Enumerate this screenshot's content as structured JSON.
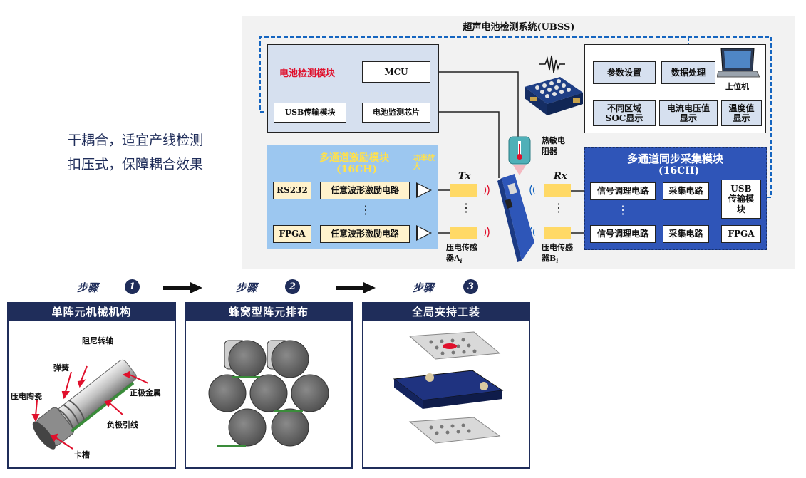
{
  "left_text": {
    "line1": "干耦合，适宜产线检测",
    "line2": "扣压式，保障耦合效果"
  },
  "system": {
    "title": "超声电池检测系统(UBSS)",
    "battery_module": {
      "title": "电池检测模块",
      "mcu": "MCU",
      "usb": "USB传输模块",
      "monitor": "电池监测芯片"
    },
    "host": {
      "param": "参数设置",
      "data": "数据处理",
      "label": "上位机",
      "soc": "不同区域SOC显示",
      "voltage": "电流电压值显示",
      "temp": "温度值显示"
    },
    "thermistor": "热敏电阻器",
    "excitation": {
      "title": "多通道激励模块",
      "channels": "(16CH)",
      "rs232": "RS232",
      "fpga": "FPGA",
      "wave1": "任意波形激励电路",
      "wave2": "任意波形激励电路",
      "amp": "功率放大",
      "dots": "⋮"
    },
    "tx": "Tx",
    "rx": "Rx",
    "sensor_a": "压电传感器A",
    "sensor_a_sub": "i",
    "sensor_b": "压电传感器B",
    "sensor_b_sub": "i",
    "acquisition": {
      "title": "多通道同步采集模块",
      "channels": "(16CH)",
      "cond1": "信号调理电路",
      "cond2": "信号调理电路",
      "acq1": "采集电路",
      "acq2": "采集电路",
      "usb": "USB传输模块",
      "fpga": "FPGA",
      "dots": "⋮"
    }
  },
  "steps": [
    {
      "label": "步骤",
      "num": "1",
      "title": "单阵元机械机构"
    },
    {
      "label": "步骤",
      "num": "2",
      "title": "蜂窝型阵元排布"
    },
    {
      "label": "步骤",
      "num": "3",
      "title": "全局夹持工装"
    }
  ],
  "callouts": {
    "damper": "阻尼转轴",
    "spring": "弹簧",
    "ceramic": "压电陶瓷",
    "positive": "正极金属",
    "negative": "负极引线",
    "slot": "卡槽"
  }
}
